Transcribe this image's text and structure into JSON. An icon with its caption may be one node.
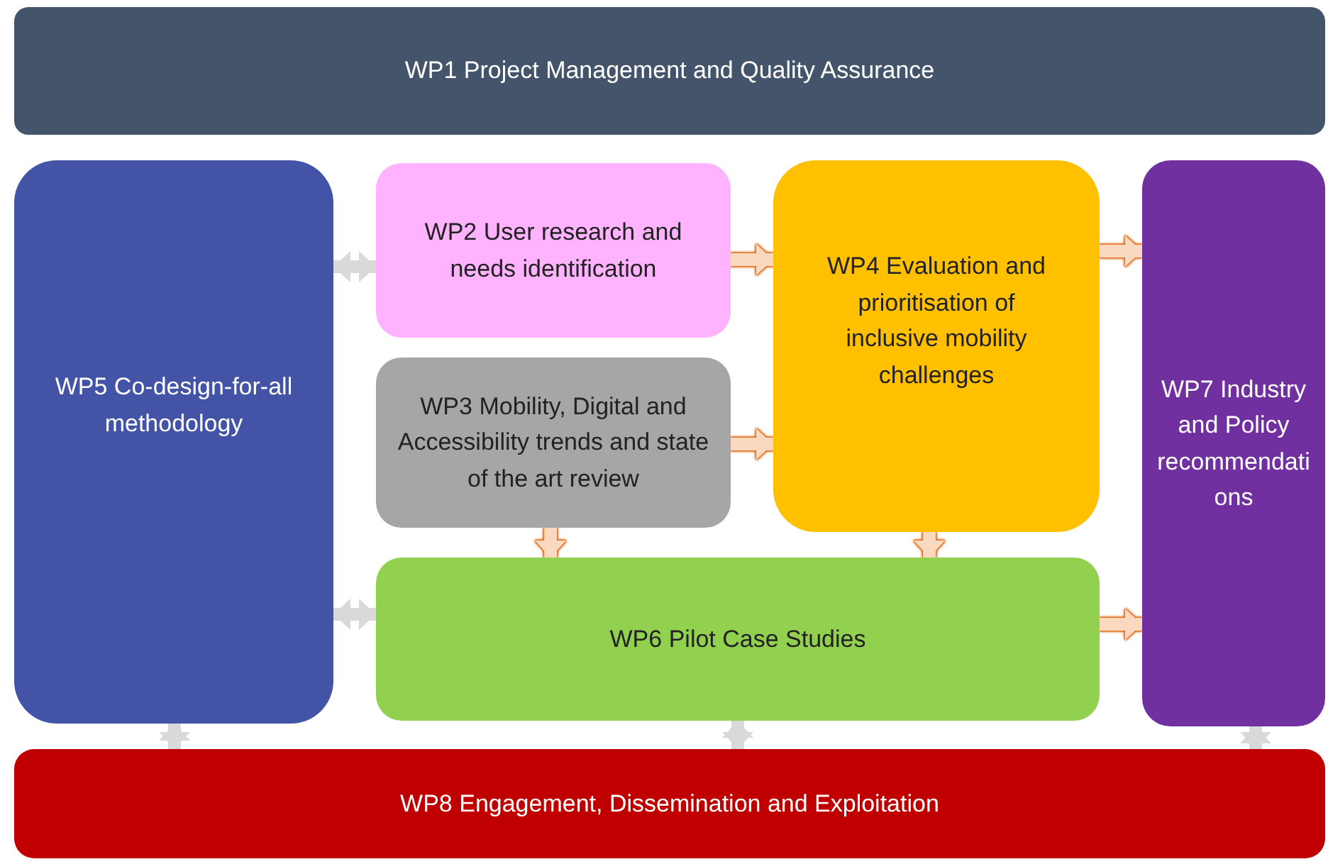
{
  "diagram": {
    "nodes": [
      {
        "text": [
          "WP1 Project Management and Quality Assurance"
        ]
      },
      {
        "text": [
          "WP5 Co-design-for-all methodology"
        ]
      },
      {
        "text": [
          "WP2 User research and needs identification"
        ]
      },
      {
        "text": [
          "WP3 Mobility, Digital and Accessibility trends and state of the art review"
        ]
      },
      {
        "text": [
          "WP4 Evaluation and prioritisation of inclusive mobility challenges"
        ]
      },
      {
        "text": [
          "WP7 Industry and Policy recommendations"
        ]
      },
      {
        "text": [
          "WP6 Pilot Case Studies"
        ]
      },
      {
        "text": [
          "WP8 Engagement, Dissemination and Exploitation"
        ]
      }
    ],
    "edges": [
      {
        "from": 1,
        "to": 2,
        "arrow": "both",
        "color": "#d9d9d9"
      },
      {
        "from": 2,
        "to": 4,
        "arrow": "to"
      },
      {
        "from": 3,
        "to": 4,
        "arrow": "to"
      },
      {
        "from": 3,
        "to": 6,
        "arrow": "to"
      },
      {
        "from": 4,
        "to": 6,
        "arrow": "to"
      },
      {
        "from": 4,
        "to": 5,
        "arrow": "to"
      },
      {
        "from": 6,
        "to": 5,
        "arrow": "to"
      },
      {
        "from": 1,
        "to": 6,
        "arrow": "both",
        "color": "#d9d9d9"
      },
      {
        "from": 1,
        "to": 7,
        "arrow": "both",
        "color": "#d9d9d9"
      },
      {
        "from": 6,
        "to": 7,
        "arrow": "both",
        "color": "#d9d9d9"
      },
      {
        "from": 5,
        "to": 7,
        "arrow": "both",
        "color": "#d9d9d9"
      }
    ]
  }
}
